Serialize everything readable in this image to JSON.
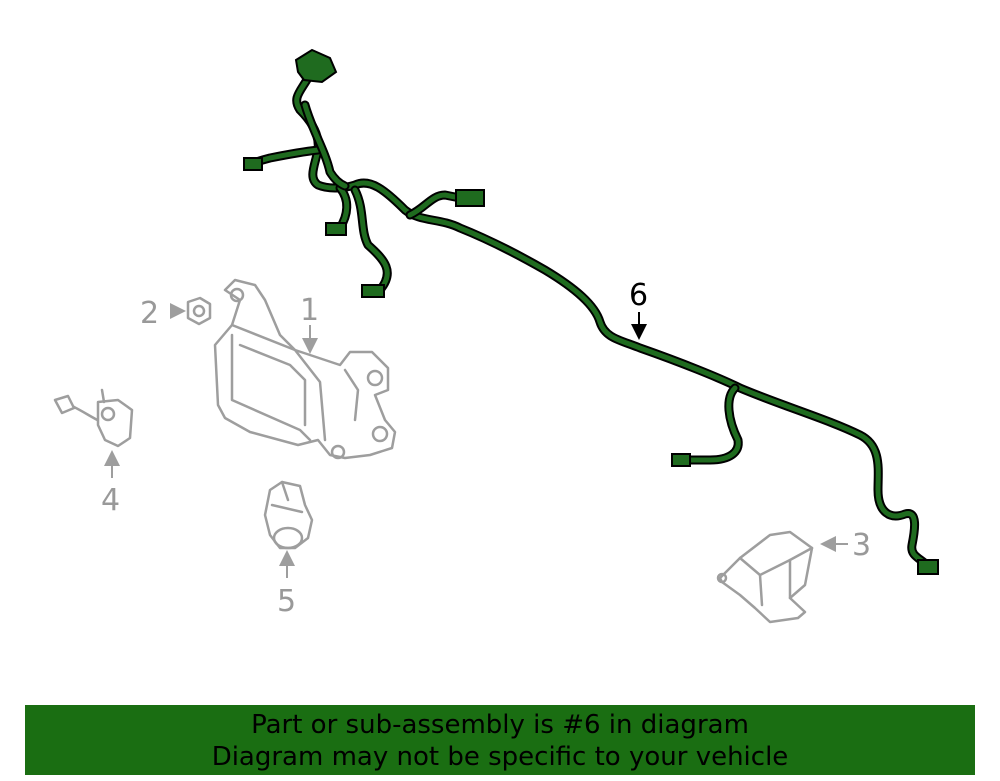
{
  "callouts": {
    "c1": "1",
    "c2": "2",
    "c3": "3",
    "c4": "4",
    "c5": "5",
    "c6": "6"
  },
  "banner": {
    "line1": "Part or sub-assembly is #6 in diagram",
    "line2": "Diagram may not be specific to your vehicle"
  },
  "colors": {
    "highlight": "#1f6b1f",
    "banner_bg": "#1a6e12",
    "ghost": "#9e9e9e"
  }
}
